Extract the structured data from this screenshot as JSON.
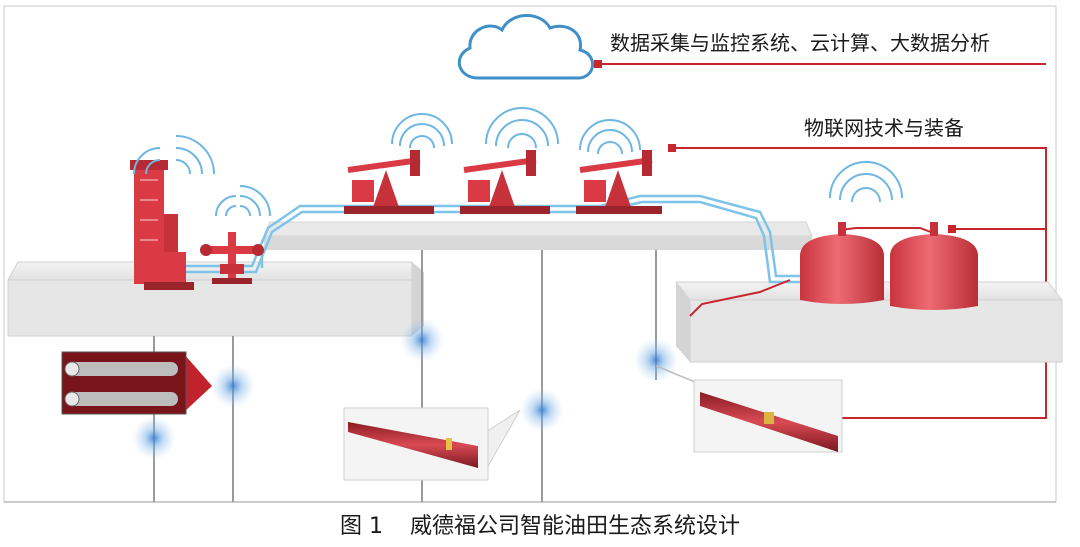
{
  "labels": {
    "cloud": "数据采集与监控系统、云计算、大数据分析",
    "iot": "物联网技术与装备"
  },
  "caption": {
    "figure_no": "图 1",
    "title": "威德福公司智能油田生态系统设计"
  },
  "colors": {
    "equipment_red": "#d93a44",
    "tank_red": "#e0515a",
    "leader_line": "#c8262f",
    "cloud_blue": "#3f8fc9",
    "pipe_blue": "#7ec4ea",
    "platform_gray": "#e8e8e8"
  },
  "icons": {
    "cloud": "cloud-icon",
    "signal": "wireless-signal-icon",
    "ripple": "downhole-signal-icon"
  }
}
